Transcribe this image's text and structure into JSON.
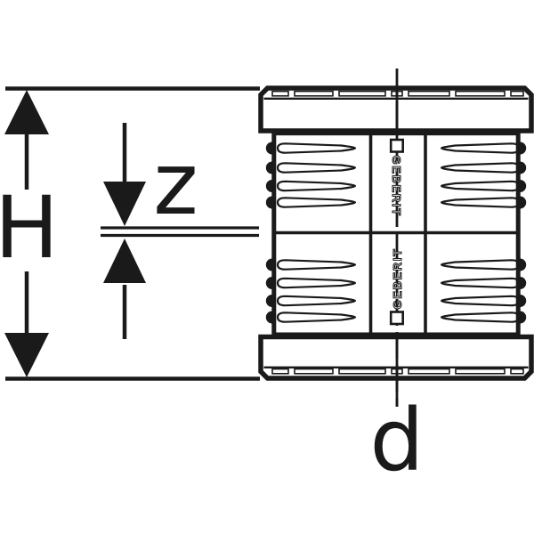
{
  "diagram": {
    "dimension_labels": {
      "height": "H",
      "offset": "z",
      "diameter": "d"
    },
    "brand": "GEBERIT",
    "colors": {
      "line": "#1a1a1a",
      "background": "#ffffff"
    }
  }
}
